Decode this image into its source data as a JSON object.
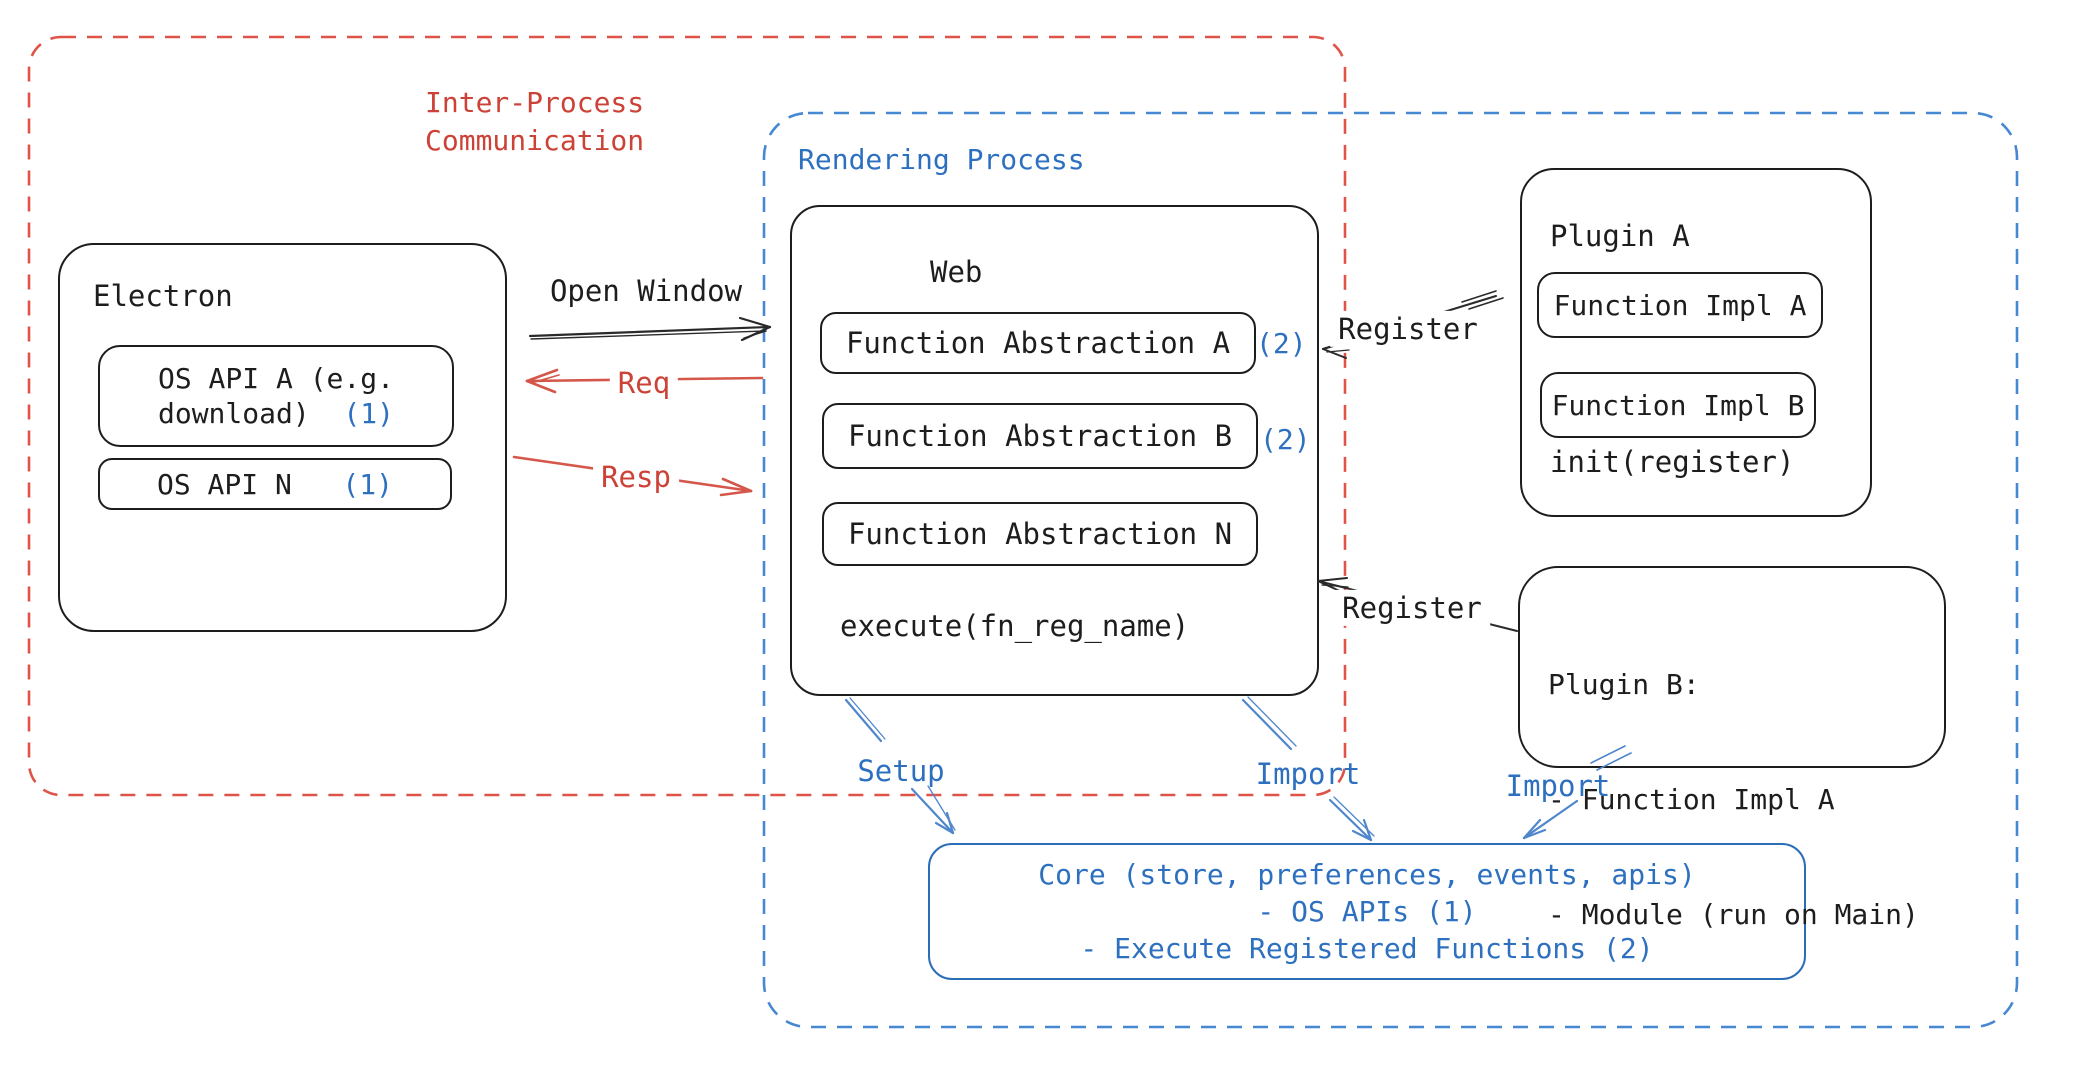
{
  "diagram": {
    "ipc_region": {
      "title_line1": "Inter-Process",
      "title_line2": "Communication"
    },
    "rendering_region": {
      "title": "Rendering Process"
    },
    "electron": {
      "title": "Electron",
      "api_a_line1": "OS API A (e.g.",
      "api_a_line2": "download)",
      "api_a_badge": "(1)",
      "api_n_label": "OS API N",
      "api_n_badge": "(1)"
    },
    "web": {
      "title": "Web",
      "fa_a": "Function Abstraction A",
      "fa_a_badge": "(2)",
      "fa_b": "Function Abstraction B",
      "fa_b_badge": "(2)",
      "fa_n": "Function Abstraction N",
      "execute": "execute(fn_reg_name)"
    },
    "plugin_a": {
      "title": "Plugin A",
      "impl_a": "Function Impl A",
      "impl_b": "Function Impl B",
      "init": "init(register)"
    },
    "plugin_b": {
      "lines": [
        "Plugin B:",
        "- Function Impl A",
        "- Module (run on Main)"
      ]
    },
    "core": {
      "lines": [
        "Core (store, preferences, events, apis)",
        "- OS APIs (1)",
        "- Execute Registered Functions (2)"
      ]
    },
    "arrows": {
      "open_window": "Open Window",
      "req": "Req",
      "resp": "Resp",
      "register_a": "Register",
      "register_b": "Register",
      "setup": "Setup",
      "import_web": "Import",
      "import_plugin": "Import"
    },
    "colors": {
      "ink": "#1d1d1d",
      "red": "#cc4237",
      "red_dash": "#df5448",
      "blue_text": "#2e70c0",
      "blue_dash": "#4788d2",
      "blue_arrow": "#4f86cc",
      "core_border": "#2c6db8"
    }
  }
}
